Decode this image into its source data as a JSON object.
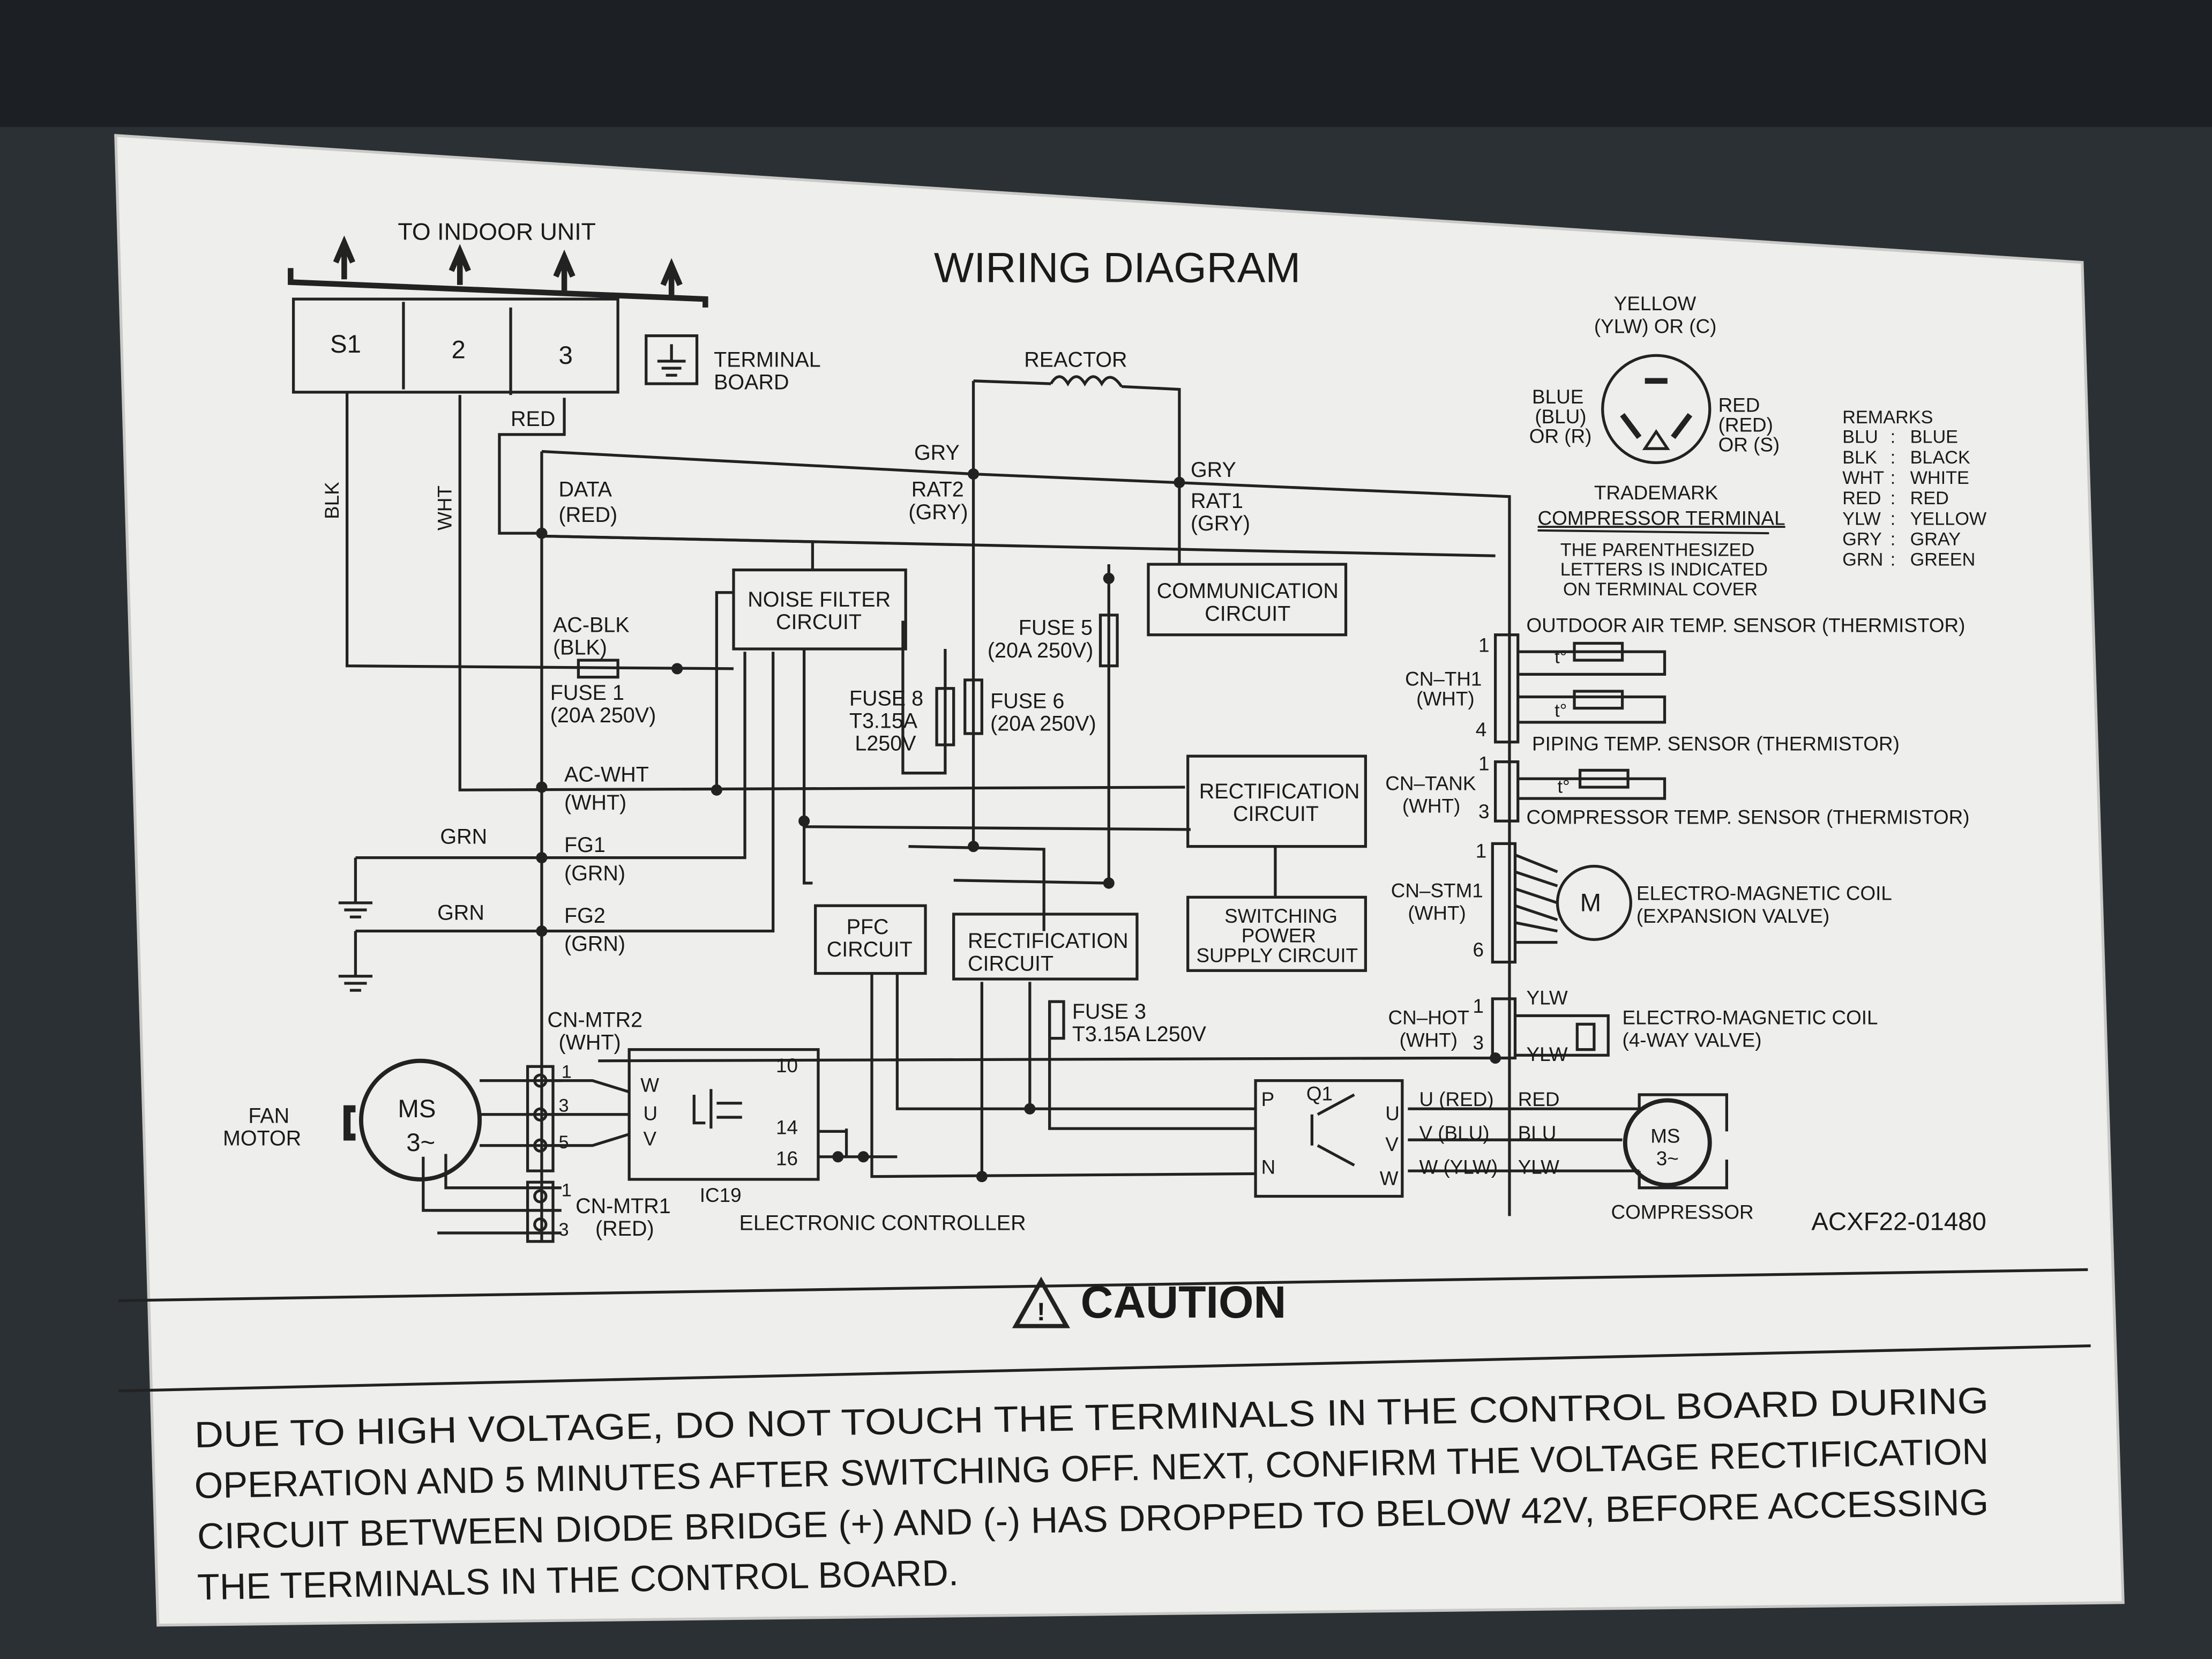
{
  "title": "WIRING DIAGRAM",
  "to_indoor_unit": "TO INDOOR UNIT",
  "terminal_board": {
    "terminals": [
      "S1",
      "2",
      "3"
    ],
    "label": [
      "TERMINAL",
      "BOARD"
    ]
  },
  "wires": {
    "blk": "BLK",
    "wht": "WHT",
    "red": "RED",
    "gry1": "GRY",
    "gry2": "GRY",
    "grn1": "GRN",
    "grn2": "GRN"
  },
  "reactor": "REACTOR",
  "left_labels": {
    "data": [
      "DATA",
      "(RED)"
    ],
    "ac_blk": [
      "AC-BLK",
      "(BLK)"
    ],
    "fuse1": [
      "FUSE 1",
      "(20A 250V)"
    ],
    "ac_wht": [
      "AC-WHT",
      "(WHT)"
    ],
    "fg1": [
      "FG1",
      "(GRN)"
    ],
    "fg2": [
      "FG2",
      "(GRN)"
    ],
    "cn_mtr2": [
      "CN-MTR2",
      "(WHT)"
    ],
    "cn_mtr1": [
      "CN-MTR1",
      "(RED)"
    ]
  },
  "rat2": [
    "RAT2",
    "(GRY)"
  ],
  "rat1": [
    "RAT1",
    "(GRY)"
  ],
  "blocks": {
    "noise_filter": [
      "NOISE FILTER",
      "CIRCUIT"
    ],
    "communication": [
      "COMMUNICATION",
      "CIRCUIT"
    ],
    "rectification_upper": [
      "RECTIFICATION",
      "CIRCUIT"
    ],
    "switching_power": [
      "SWITCHING",
      "POWER",
      "SUPPLY CIRCUIT"
    ],
    "pfc": [
      "PFC",
      "CIRCUIT"
    ],
    "rectification_lower": [
      "RECTIFICATION",
      "CIRCUIT"
    ]
  },
  "fuses": {
    "fuse5": [
      "FUSE 5",
      "(20A 250V)"
    ],
    "fuse6": [
      "FUSE 6",
      "(20A 250V)"
    ],
    "fuse8": [
      "FUSE 8",
      "T3.15A",
      "L250V"
    ],
    "fuse3": [
      "FUSE 3",
      "T3.15A L250V"
    ]
  },
  "fan_motor": {
    "label": [
      "FAN",
      "MOTOR"
    ],
    "symbol": [
      "MS",
      "3~"
    ],
    "pins_mtr2": [
      "1",
      "3",
      "5"
    ],
    "pins_mtr1": [
      "1",
      "3"
    ]
  },
  "ic19": {
    "label": "IC19",
    "phases": [
      "W",
      "U",
      "V"
    ],
    "pins": [
      "10",
      "14",
      "16"
    ]
  },
  "electronic_controller": "ELECTRONIC CONTROLLER",
  "q1": {
    "label": "Q1",
    "left": [
      "P",
      "N"
    ],
    "right": [
      "U",
      "V",
      "W"
    ]
  },
  "compressor_wires": {
    "inner": [
      "U (RED)",
      "V (BLU)",
      "W (YLW)"
    ],
    "outer": [
      "RED",
      "BLU",
      "YLW"
    ]
  },
  "compressor": {
    "symbol": [
      "MS",
      "3~"
    ],
    "label": "COMPRESSOR"
  },
  "model_code": "ACXF22-01480",
  "connectors": {
    "cn_th1": [
      "CN–TH1",
      "(WHT)"
    ],
    "cn_tank": [
      "CN–TANK",
      "(WHT)"
    ],
    "cn_stm1": [
      "CN–STM1",
      "(WHT)"
    ],
    "cn_hot": [
      "CN–HOT",
      "(WHT)"
    ]
  },
  "pin_numbers": {
    "th1_top": "1",
    "th1_bot": "4",
    "tank_top": "1",
    "tank_bot": "3",
    "stm_top": "1",
    "stm_bot": "6",
    "hot_top": "1",
    "hot_bot": "3"
  },
  "sensors": {
    "outdoor_air": "OUTDOOR AIR TEMP. SENSOR (THERMISTOR)",
    "piping": "PIPING TEMP. SENSOR (THERMISTOR)",
    "compressor_temp": "COMPRESSOR TEMP. SENSOR (THERMISTOR)",
    "thermistor_symbol": "t°"
  },
  "coils": {
    "expansion": [
      "ELECTRO-MAGNETIC COIL",
      "(EXPANSION VALVE)"
    ],
    "four_way": [
      "ELECTRO-MAGNETIC COIL",
      "(4-WAY VALVE)"
    ],
    "motor_symbol": "M",
    "ylw1": "YLW",
    "ylw2": "YLW"
  },
  "compressor_terminal": {
    "yellow": [
      "YELLOW",
      "(YLW) OR (C)"
    ],
    "blue": [
      "BLUE",
      "(BLU)",
      "OR (R)"
    ],
    "red": [
      "RED",
      "(RED)",
      "OR (S)"
    ],
    "trademark": "TRADEMARK",
    "title": "COMPRESSOR TERMINAL",
    "note": [
      "THE PARENTHESIZED",
      "LETTERS IS INDICATED",
      "ON TERMINAL COVER"
    ]
  },
  "remarks": {
    "title": "REMARKS",
    "rows": [
      [
        "BLU",
        ":",
        "BLUE"
      ],
      [
        "BLK",
        ":",
        "BLACK"
      ],
      [
        "WHT",
        ":",
        "WHITE"
      ],
      [
        "RED",
        ":",
        "RED"
      ],
      [
        "YLW",
        ":",
        "YELLOW"
      ],
      [
        "GRY",
        ":",
        "GRAY"
      ],
      [
        "GRN",
        ":",
        "GREEN"
      ]
    ]
  },
  "caution": {
    "title": "CAUTION",
    "lines": [
      "DUE TO HIGH VOLTAGE, DO NOT TOUCH THE TERMINALS IN THE CONTROL BOARD DURING",
      "OPERATION AND 5 MINUTES AFTER SWITCHING OFF. NEXT, CONFIRM THE VOLTAGE RECTIFICATION",
      "CIRCUIT BETWEEN DIODE BRIDGE (+) AND (-) HAS DROPPED TO BELOW 42V, BEFORE ACCESSING",
      "THE TERMINALS IN THE CONTROL BOARD."
    ]
  }
}
